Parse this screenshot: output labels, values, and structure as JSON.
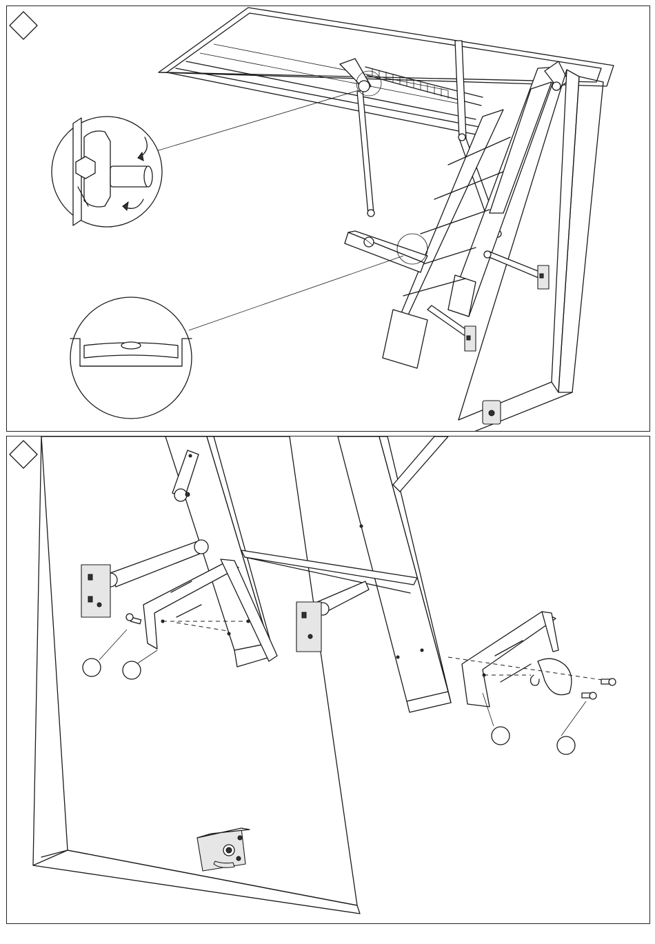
{
  "panels": [
    {
      "id": "step-1",
      "callouts": [
        "pivot-bolt-detail",
        "spirit-level-detail"
      ]
    },
    {
      "id": "step-2",
      "number_circles": 4
    }
  ],
  "colors": {
    "line": "#1a1a1a",
    "background": "#ffffff",
    "shade": "#e6e6e6"
  },
  "icons": [
    "diamond-step-marker-icon",
    "rotate-arrow-icon",
    "spirit-level-icon",
    "screw-icon",
    "bracket-plate-icon"
  ]
}
